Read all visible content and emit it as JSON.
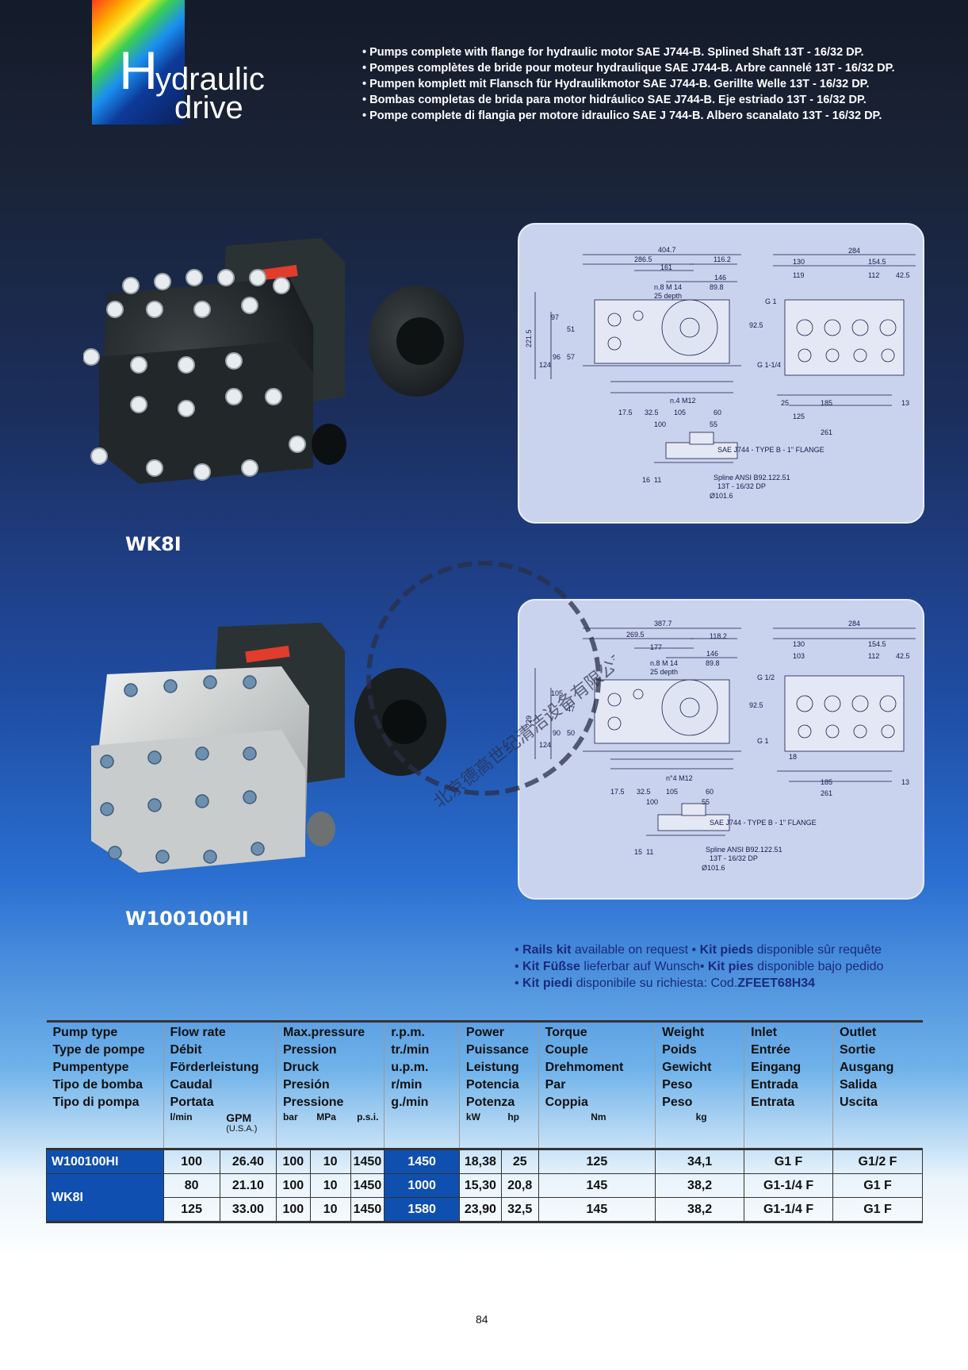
{
  "logo": {
    "letter": "H",
    "word1": "ydraulic",
    "word2": "drive"
  },
  "bullets": [
    "Pumps complete with flange for hydraulic motor SAE J744-B. Splined Shaft 13T - 16/32 DP.",
    "Pompes complètes de bride pour moteur hydraulique SAE J744-B. Arbre cannelé 13T - 16/32 DP.",
    "Pumpen komplett mit Flansch für Hydraulikmotor SAE J744-B. Gerillte Welle 13T - 16/32 DP.",
    "Bombas completas de brida para motor hidráulico SAE J744-B. Eje estriado 13T - 16/32 DP.",
    "Pompe complete di flangia per motore idraulico SAE J 744-B. Albero scanalato 13T - 16/32 DP."
  ],
  "products": {
    "top": "WK8I",
    "bottom": "W100100HI"
  },
  "kits": {
    "l1_a": "Rails kit",
    "l1_b": " available on request • ",
    "l1_c": "Kit pieds",
    "l1_d": " disponible sûr requête",
    "l2_a": "Kit Füßse",
    "l2_b": " lieferbar auf Wunsch• ",
    "l2_c": "Kit pies",
    "l2_d": " disponible bajo pedido",
    "l3_a": "Kit piedi",
    "l3_b": " disponibile su richiesta: Cod.",
    "l3_c": "ZFEET68H34"
  },
  "table": {
    "headers": [
      [
        "Pump type",
        "Type de pompe",
        "Pumpentype",
        "Tipo de bomba",
        "Tipo di pompa"
      ],
      [
        "Flow rate",
        "Débit",
        "Förderleistung",
        "Caudal",
        "Portata"
      ],
      [
        "Max.pressure",
        "Pression",
        "Druck",
        "Presión",
        "Pressione"
      ],
      [
        "r.p.m.",
        "tr./min",
        "u.p.m.",
        "r/min",
        "g./min"
      ],
      [
        "Power",
        "Puissance",
        "Leistung",
        "Potencia",
        "Potenza"
      ],
      [
        "Torque",
        "Couple",
        "Drehmoment",
        "Par",
        "Coppia"
      ],
      [
        "Weight",
        "Poids",
        "Gewicht",
        "Peso",
        "Peso"
      ],
      [
        "Inlet",
        "Entrée",
        "Eingang",
        "Entrada",
        "Entrata"
      ],
      [
        "Outlet",
        "Sortie",
        "Ausgang",
        "Salida",
        "Uscita"
      ]
    ],
    "units": {
      "lmin": "l/min",
      "gpm": "GPM",
      "usa": "(U.S.A.)",
      "bar": "bar",
      "mpa": "MPa",
      "psi": "p.s.i.",
      "kw": "kW",
      "hp": "hp",
      "nm": "Nm",
      "kg": "kg"
    },
    "rows": [
      {
        "name": "W100100HI",
        "lmin": "100",
        "gpm": "26.40",
        "bar": "100",
        "mpa": "10",
        "psi": "1450",
        "rpm": "1450",
        "kw": "18,38",
        "hp": "25",
        "nm": "125",
        "kg": "34,1",
        "inlet": "G1 F",
        "outlet": "G1/2 F"
      },
      {
        "name": "WK8I",
        "lmin": "80",
        "gpm": "21.10",
        "bar": "100",
        "mpa": "10",
        "psi": "1450",
        "rpm": "1000",
        "kw": "15,30",
        "hp": "20,8",
        "nm": "145",
        "kg": "38,2",
        "inlet": "G1-1/4 F",
        "outlet": "G1 F"
      },
      {
        "name": "",
        "lmin": "125",
        "gpm": "33.00",
        "bar": "100",
        "mpa": "10",
        "psi": "1450",
        "rpm": "1580",
        "kw": "23,90",
        "hp": "32,5",
        "nm": "145",
        "kg": "38,2",
        "inlet": "G1-1/4 F",
        "outlet": "G1 F"
      }
    ]
  },
  "drawing1": {
    "d1": "404.7",
    "d2": "286.5",
    "d3": "161",
    "d4": "116.2",
    "d5": "146",
    "d6": "89.8",
    "d7": "n.8 M 14",
    "d8": "25 depth",
    "d9": "284",
    "d10": "130",
    "d11": "154.5",
    "d12": "119",
    "d13": "112",
    "d14": "42.5",
    "d15": "221.5",
    "d16": "97",
    "d17": "51",
    "d18": "124",
    "d19": "96",
    "d20": "57",
    "d21": "92.5",
    "d22": "G 1",
    "d23": "G 1-1/4",
    "d24": "n.4 M12",
    "d25": "17.5",
    "d26": "32.5",
    "d27": "105",
    "d28": "60",
    "d29": "100",
    "d30": "55",
    "d31": "185",
    "d32": "125",
    "d33": "261",
    "d34": "SAE J744 - TYPE B - 1\" FLANGE",
    "d35": "Spline ANSI B92.122.51",
    "d36": "13T - 16/32 DP",
    "d37": "Ø101.6",
    "d38": "16",
    "d39": "11",
    "d40": "25",
    "d41": "13"
  },
  "drawing2": {
    "d1": "387.7",
    "d2": "269.5",
    "d3": "177",
    "d4": "118.2",
    "d5": "146",
    "d6": "89.8",
    "d7": "n.8 M 14",
    "d8": "25 depth",
    "d9": "284",
    "d10": "130",
    "d11": "154.5",
    "d12": "103",
    "d13": "112",
    "d14": "42.5",
    "d15": "229",
    "d16": "105",
    "d17": "47",
    "d18": "124",
    "d19": "90",
    "d20": "50",
    "d21": "92.5",
    "d22": "G 1/2",
    "d23": "G 1",
    "d24": "n°4 M12",
    "d25": "17.5",
    "d26": "32.5",
    "d27": "105",
    "d28": "60",
    "d29": "100",
    "d30": "55",
    "d31": "185",
    "d32": "261",
    "d33": "18",
    "d34": "SAE J744 - TYPE B - 1\" FLANGE",
    "d35": "Spline ANSI B92.122.51",
    "d36": "13T - 16/32 DP",
    "d37": "Ø101.6",
    "d38": "15",
    "d39": "11",
    "d40": "13"
  },
  "watermark": "北京德高世纪清洁设备有限公司",
  "page_number": "84"
}
